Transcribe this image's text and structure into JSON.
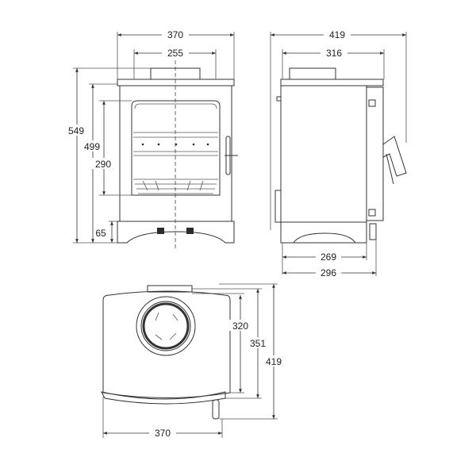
{
  "front_view": {
    "width_label": "370",
    "flue_label": "255",
    "height_label": "549",
    "body_height_label": "499",
    "door_height_label": "290",
    "leg_height_label": "65"
  },
  "side_view": {
    "depth_label": "419",
    "top_depth_label": "316",
    "base_inner_label": "269",
    "base_depth_label": "296"
  },
  "top_view": {
    "width_label": "370",
    "flue_center_label": "320",
    "body_depth_label": "351",
    "total_depth_label": "419"
  },
  "colors": {
    "line": "#333333",
    "background": "#ffffff"
  }
}
